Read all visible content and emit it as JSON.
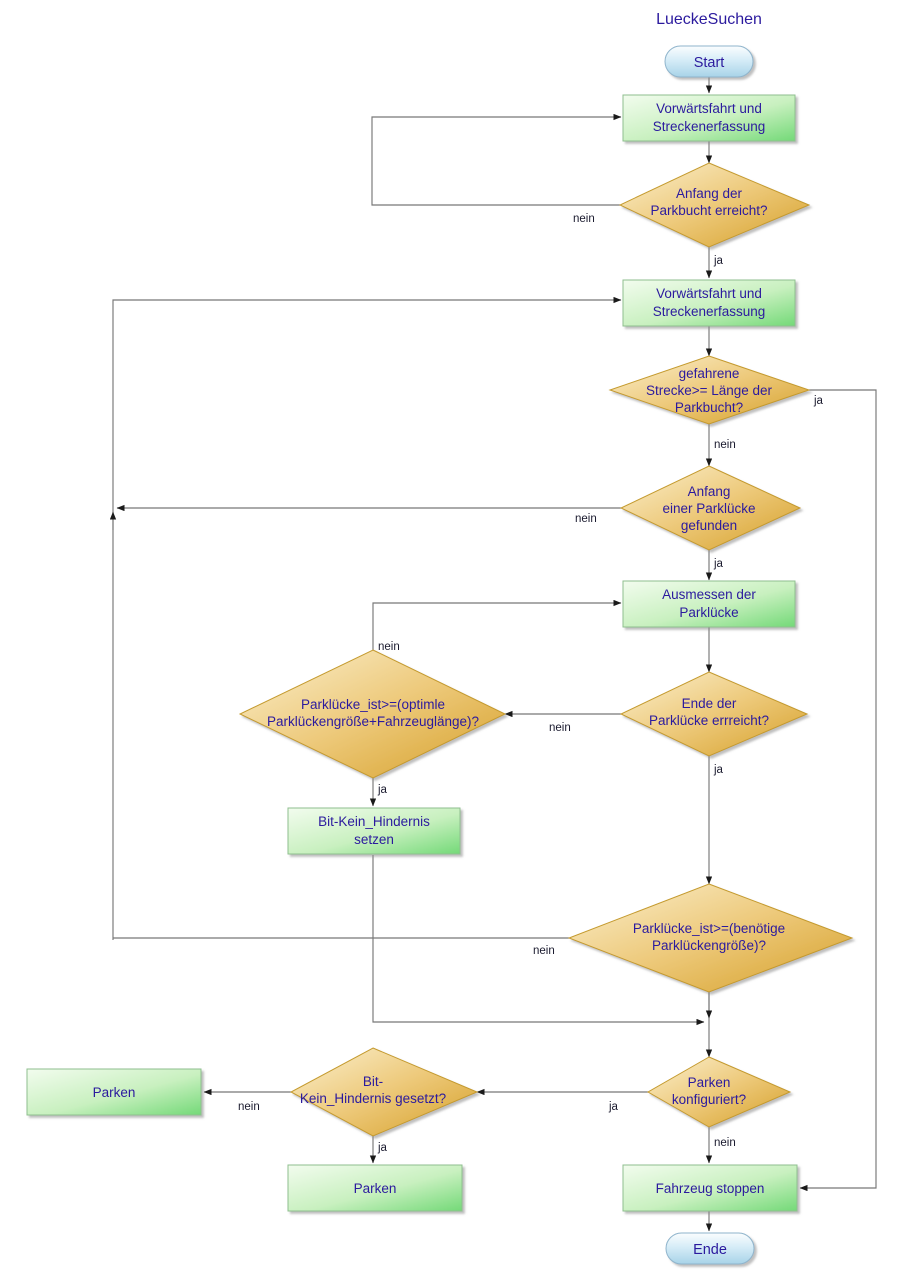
{
  "diagram": {
    "title": "LueckeSuchen",
    "type": "flowchart",
    "language": "de",
    "colors": {
      "process_fill_light": "#eaf9e4",
      "process_fill_dark": "#7fdc7f",
      "process_border": "#8fbf8f",
      "decision_fill_light": "#f8e5b0",
      "decision_fill_dark": "#d9a328",
      "decision_border": "#c49a2e",
      "terminator_fill_light": "#eef7fc",
      "terminator_fill_dark": "#b8dcef",
      "terminator_border": "#8fb4cc",
      "text": "#2b1a9e",
      "edge": "#777777",
      "edge_label": "#1a1a2e",
      "background": "#ffffff"
    },
    "nodes": [
      {
        "id": "start",
        "shape": "terminator",
        "lines": [
          "Start"
        ]
      },
      {
        "id": "vorwaerts1",
        "shape": "process",
        "lines": [
          "Vorwärtsfahrt und",
          "Streckenerfassung"
        ]
      },
      {
        "id": "anfangbucht",
        "shape": "decision",
        "lines": [
          "Anfang der",
          "Parkbucht erreicht?"
        ]
      },
      {
        "id": "vorwaerts2",
        "shape": "process",
        "lines": [
          "Vorwärtsfahrt und",
          "Streckenerfassung"
        ]
      },
      {
        "id": "strecke",
        "shape": "decision",
        "lines": [
          "gefahrene",
          "Strecke>= Länge der",
          "Parkbucht?"
        ]
      },
      {
        "id": "anfangluecke",
        "shape": "decision",
        "lines": [
          "Anfang",
          "einer Parklücke",
          "gefunden"
        ]
      },
      {
        "id": "ausmessen",
        "shape": "process",
        "lines": [
          "Ausmessen der",
          "Parklücke"
        ]
      },
      {
        "id": "endeluecke",
        "shape": "decision",
        "lines": [
          "Ende der",
          "Parklücke errreicht?"
        ]
      },
      {
        "id": "optimal",
        "shape": "decision",
        "lines": [
          "Parklücke_ist>=(optimle",
          "Parklückengröße+Fahrzeuglänge)?"
        ]
      },
      {
        "id": "bitsetzen",
        "shape": "process",
        "lines": [
          "Bit-Kein_Hindernis",
          "setzen"
        ]
      },
      {
        "id": "benoetigt",
        "shape": "decision",
        "lines": [
          "Parklücke_ist>=(benötige",
          "Parklückengröße)?"
        ]
      },
      {
        "id": "bitgesetzt",
        "shape": "decision",
        "lines": [
          "Bit-",
          "Kein_Hindernis gesetzt?"
        ]
      },
      {
        "id": "parkenlinks",
        "shape": "process",
        "lines": [
          "Parken"
        ]
      },
      {
        "id": "parkenmitte",
        "shape": "process",
        "lines": [
          "Parken"
        ]
      },
      {
        "id": "parkenkonf",
        "shape": "decision",
        "lines": [
          "Parken",
          "konfiguriert?"
        ]
      },
      {
        "id": "stoppen",
        "shape": "process",
        "lines": [
          "Fahrzeug stoppen"
        ]
      },
      {
        "id": "ende",
        "shape": "terminator",
        "lines": [
          "Ende"
        ]
      }
    ],
    "edges": [
      {
        "from": "start",
        "to": "vorwaerts1",
        "label": ""
      },
      {
        "from": "vorwaerts1",
        "to": "anfangbucht",
        "label": ""
      },
      {
        "from": "anfangbucht",
        "to": "vorwaerts1",
        "label": "nein"
      },
      {
        "from": "anfangbucht",
        "to": "vorwaerts2",
        "label": "ja"
      },
      {
        "from": "vorwaerts2",
        "to": "strecke",
        "label": ""
      },
      {
        "from": "strecke",
        "to": "stoppen",
        "label": "ja"
      },
      {
        "from": "strecke",
        "to": "anfangluecke",
        "label": "nein"
      },
      {
        "from": "anfangluecke",
        "to": "vorwaerts2",
        "label": "nein"
      },
      {
        "from": "anfangluecke",
        "to": "ausmessen",
        "label": "ja"
      },
      {
        "from": "ausmessen",
        "to": "endeluecke",
        "label": ""
      },
      {
        "from": "endeluecke",
        "to": "optimal",
        "label": "nein"
      },
      {
        "from": "endeluecke",
        "to": "benoetigt",
        "label": "ja"
      },
      {
        "from": "optimal",
        "to": "ausmessen",
        "label": "nein"
      },
      {
        "from": "optimal",
        "to": "bitsetzen",
        "label": "ja"
      },
      {
        "from": "bitsetzen",
        "to": "parkenkonf",
        "label": ""
      },
      {
        "from": "benoetigt",
        "to": "vorwaerts2",
        "label": "nein"
      },
      {
        "from": "benoetigt",
        "to": "parkenkonf",
        "label": "ja"
      },
      {
        "from": "parkenkonf",
        "to": "bitgesetzt",
        "label": "ja"
      },
      {
        "from": "parkenkonf",
        "to": "stoppen",
        "label": "nein"
      },
      {
        "from": "bitgesetzt",
        "to": "parkenlinks",
        "label": "nein"
      },
      {
        "from": "bitgesetzt",
        "to": "parkenmitte",
        "label": "ja"
      },
      {
        "from": "stoppen",
        "to": "ende",
        "label": ""
      }
    ],
    "edge_labels": {
      "l1_nein": "nein",
      "l2_ja": "ja",
      "l3_ja": "ja",
      "l4_nein": "nein",
      "l5_nein": "nein",
      "l6_ja": "ja",
      "l7_nein": "nein",
      "l8_nein": "nein",
      "l9_ja": "ja",
      "l10_ja": "ja",
      "l11_nein": "nein",
      "l12_nein": "nein",
      "l13_ja": "ja",
      "l14_ja": "ja",
      "l15_nein": "nein"
    }
  }
}
